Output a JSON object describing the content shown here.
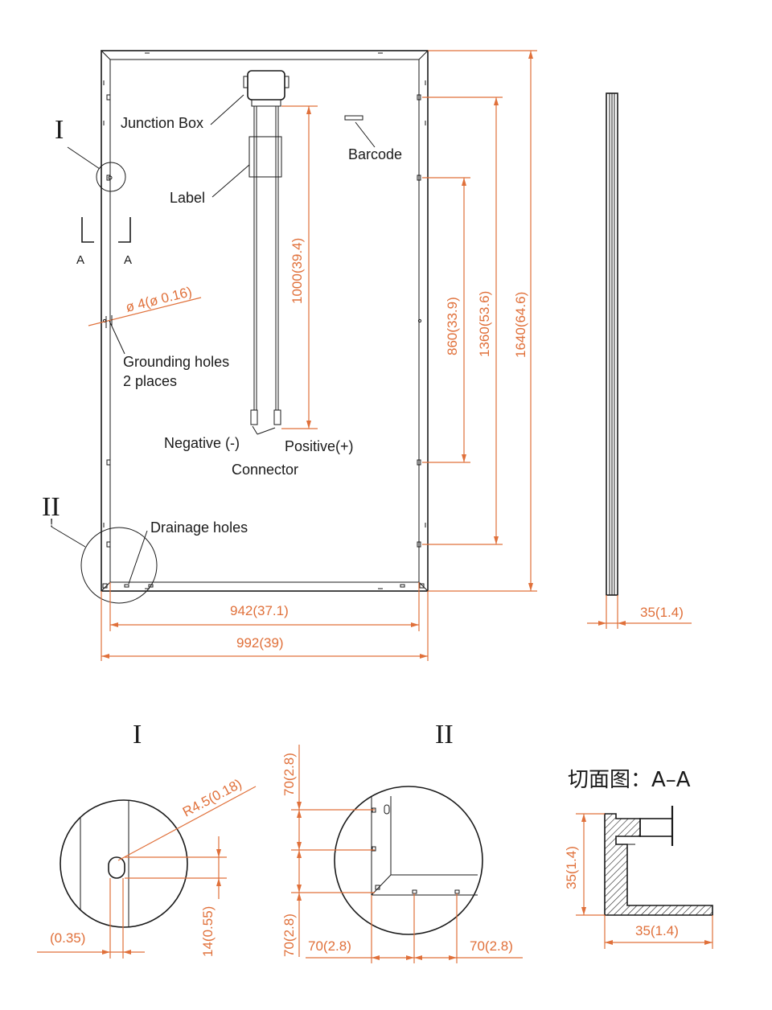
{
  "labels": {
    "junction_box": "Junction Box",
    "barcode": "Barcode",
    "label": "Label",
    "section_a_left": "A",
    "section_a_right": "A",
    "hole_diameter": "ø 4(ø 0.16)",
    "grounding_line1": "Grounding holes",
    "grounding_line2": "2 places",
    "negative": "Negative (-)",
    "positive": "Positive(+)",
    "connector": "Connector",
    "drainage": "Drainage holes",
    "detail_1_marker": "I",
    "detail_2_marker": "II",
    "detail_2_excl": "!",
    "detail_1_title": "I",
    "detail_2_title": "II",
    "section_title": "切面图：A–A"
  },
  "dimensions": {
    "cable_length": "1000(39.4)",
    "mount_860": "860(33.9)",
    "mount_1360": "1360(53.6)",
    "height_total": "1640(64.6)",
    "width_inner": "942(37.1)",
    "width_total": "992(39)",
    "thickness_side": "35(1.4)",
    "radius_slot": "R4.5(0.18)",
    "slot_width": "(0.35)",
    "slot_length": "14(0.55)",
    "corner_70_top": "70(2.8)",
    "corner_70_bottom": "70(2.8)",
    "corner_70_left": "70(2.8)",
    "corner_70_right": "70(2.8)",
    "section_height": "35(1.4)",
    "section_width": "35(1.4)"
  },
  "colors": {
    "line": "#1a1a1a",
    "dimension": "#e0703a",
    "background": "#ffffff"
  }
}
